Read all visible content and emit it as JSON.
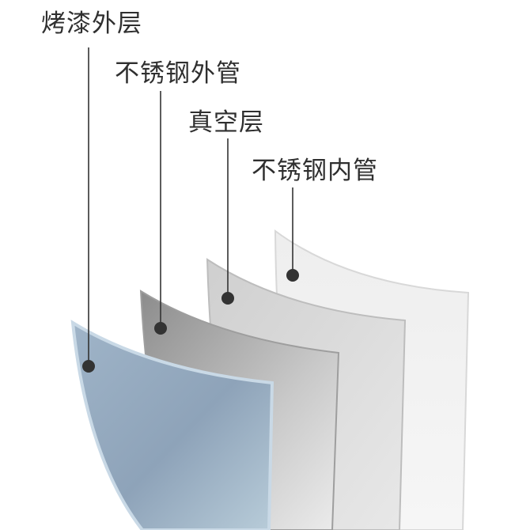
{
  "layers": [
    {
      "label": "烤漆外层",
      "color": "#a9c1d4"
    },
    {
      "label": "不锈钢外管",
      "color": "#8f8f8f"
    },
    {
      "label": "真空层",
      "color": "#c6c6c6"
    },
    {
      "label": "不锈钢内管",
      "color": "#e4e4e4"
    }
  ]
}
